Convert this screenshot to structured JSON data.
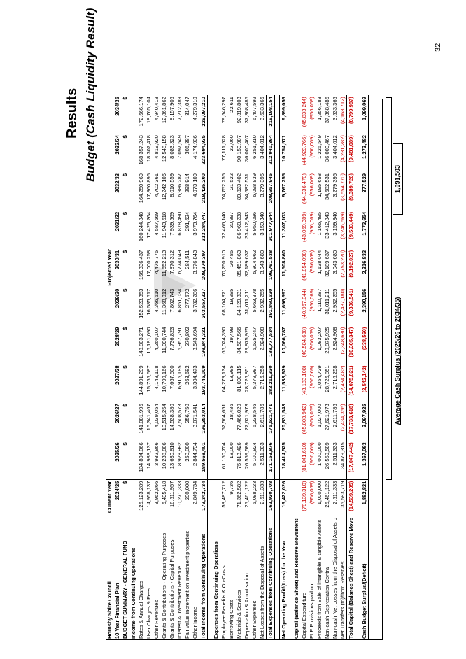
{
  "page": {
    "results_heading": "Results",
    "subheading": "Budget (Cash Liquidity Result)",
    "page_number": "32"
  },
  "table": {
    "header_rows": [
      [
        "Hornsby Shire Council",
        "Current Year",
        "",
        "",
        "",
        "",
        "Projected Years",
        "",
        "",
        "",
        ""
      ],
      [
        "10 Year Financial Plan",
        "2024/25",
        "2025/26",
        "2026/27",
        "2027/28",
        "2028/29",
        "2029/30",
        "2030/31",
        "2031/32",
        "2032/33",
        "2033/34",
        "2034/35"
      ],
      [
        "BUDGET SUMMARY - GENERAL FUND",
        "$",
        "$",
        "$",
        "$",
        "$",
        "$",
        "$",
        "$",
        "$",
        "$",
        "$"
      ]
    ],
    "sections": [
      {
        "title": "Income from Continuing Operations",
        "rows": [
          [
            "Rates & Annual Charges",
            "125,123,289",
            "134,804,066",
            "141,081,995",
            "144,891,209",
            "148,803,271",
            "152,523,353",
            "156,336,437",
            "160,244,848",
            "164,250,969",
            "168,357,243",
            "172,566,174"
          ],
          [
            "User Charges & Fees",
            "14,958,137",
            "14,938,137",
            "15,341,467",
            "15,755,687",
            "16,181,090",
            "16,585,617",
            "17,000,258",
            "17,425,264",
            "17,860,896",
            "18,307,418",
            "18,765,104"
          ],
          [
            "Other Revenues",
            "3,962,866",
            "3,932,866",
            "4,039,054",
            "4,148,108",
            "4,260,107",
            "4,366,610",
            "4,475,775",
            "4,587,669",
            "4,702,361",
            "4,819,920",
            "4,940,418"
          ],
          [
            "Grants & Contributions - Operating Purposes",
            "5,495,418",
            "10,238,806",
            "10,515,254",
            "10,799,166",
            "11,090,744",
            "11,368,012",
            "11,652,213",
            "11,943,518",
            "12,242,106",
            "12,548,158",
            "12,861,862"
          ],
          [
            "Grants & Contributions - Capital Purposes",
            "16,511,957",
            "13,630,810",
            "14,538,380",
            "7,667,500",
            "7,736,823",
            "7,802,743",
            "7,870,312",
            "7,939,569",
            "8,010,559",
            "8,083,323",
            "8,157,906"
          ],
          [
            "Interest & Investment Revenue",
            "10,271,333",
            "8,928,992",
            "7,508,573",
            "6,915,185",
            "6,957,791",
            "6,851,034",
            "6,774,049",
            "6,878,490",
            "6,986,287",
            "7,097,549",
            "7,212,389"
          ],
          [
            "Fair value increment on investment properties",
            "200,000",
            "250,000",
            "256,750",
            "263,682",
            "270,802",
            "277,572",
            "284,511",
            "291,624",
            "298,914",
            "306,387",
            "314,047"
          ],
          [
            "Other Income",
            "2,849,734",
            "2,844,734",
            "3,071,541",
            "3,304,473",
            "3,543,694",
            "3,782,286",
            "3,876,843",
            "3,973,764",
            "4,073,109",
            "4,174,936",
            "4,279,310"
          ]
        ],
        "total": [
          "Total Income from Continuing Operations",
          "179,342,734",
          "189,568,401",
          "196,353,014",
          "193,745,009",
          "198,844,321",
          "203,557,227",
          "208,270,397",
          "213,284,747",
          "218,425,200",
          "223,694,935",
          "229,097,210"
        ]
      },
      {
        "title": "Expenses from Continuing Operations",
        "rows": [
          [
            "Employee Benefits & On-Costs",
            "58,487,712",
            "61,150,704",
            "62,564,651",
            "64,279,134",
            "66,024,390",
            "68,104,371",
            "70,250,910",
            "72,466,140",
            "74,752,256",
            "77,111,528",
            "79,546,297"
          ],
          [
            "Borrowing Costs",
            "9,736",
            "18,000",
            "18,486",
            "18,985",
            "19,498",
            "19,985",
            "20,485",
            "20,997",
            "21,522",
            "22,060",
            "22,611"
          ],
          [
            "Materials & Services",
            "71,362,582",
            "75,813,426",
            "77,466,029",
            "81,090,115",
            "84,507,566",
            "84,129,331",
            "85,451,863",
            "86,968,238",
            "89,823,402",
            "90,150,987",
            "92,319,803"
          ],
          [
            "Depreciation & Amortisation",
            "25,461,122",
            "26,559,589",
            "27,621,973",
            "28,726,851",
            "29,875,925",
            "31,011,211",
            "32,189,637",
            "33,412,843",
            "34,682,531",
            "36,000,467",
            "37,368,485"
          ],
          [
            "Other Expenses",
            "5,088,223",
            "5,100,824",
            "5,238,546",
            "5,379,987",
            "5,525,247",
            "5,663,378",
            "5,804,962",
            "5,950,086",
            "6,098,839",
            "6,251,310",
            "6,407,592"
          ],
          [
            "Net Losses from the Disposal of Assets",
            "2,511,333",
            "2,511,333",
            "2,611,786",
            "2,716,258",
            "2,824,908",
            "2,932,255",
            "3,043,680",
            "3,159,340",
            "3,279,395",
            "3,404,012",
            "3,533,365"
          ]
        ],
        "total": [
          "Total Expenses from Continuing Operations",
          "162,920,708",
          "171,153,876",
          "175,521,471",
          "182,211,330",
          "188,777,534",
          "191,860,530",
          "196,761,538",
          "201,977,644",
          "208,657,945",
          "212,940,364",
          "219,198,154"
        ]
      }
    ],
    "net_operating": [
      "Net Operating Profit/(Loss) for the Year",
      "16,422,026",
      "18,414,525",
      "20,831,543",
      "11,533,679",
      "10,066,787",
      "11,696,697",
      "11,508,860",
      "11,307,103",
      "9,767,255",
      "10,754,571",
      "9,899,056"
    ],
    "capital": {
      "title": "Capital (Balance Sheet) and Reserve Movements",
      "rows": [
        [
          "Capital Expenditure",
          "(78,139,310)",
          "(81,041,610)",
          "(45,803,942)",
          "(43,183,108)",
          "(40,584,688)",
          "(40,967,044)",
          "(41,854,098)",
          "(43,069,389)",
          "(44,036,470)",
          "(44,923,766)",
          "(45,833,244)"
        ],
        [
          "ELE Provisions paid out",
          "(956,069)",
          "(956,069)",
          "(956,069)",
          "(956,069)",
          "(956,069)",
          "(956,069)",
          "(956,069)",
          "(956,069)",
          "(956,069)",
          "(956,069)",
          "(956,069)"
        ],
        [
          "Proceeds from Sale of intangible & tangible Assets",
          "1,000,000",
          "1,000,000",
          "1,027,000",
          "1,054,729",
          "1,083,207",
          "1,110,287",
          "1,138,044",
          "1,166,495",
          "1,195,658",
          "1,225,549",
          "1,256,188"
        ],
        [
          "Non-cash Depreciation Contra",
          "25,461,122",
          "26,559,589",
          "27,621,973",
          "28,726,851",
          "29,875,925",
          "31,011,211",
          "32,189,637",
          "33,412,843",
          "34,682,531",
          "36,000,467",
          "37,368,485"
        ],
        [
          "Non-cash Net Losses from the Disposal of Assets contra",
          "2,511,333",
          "2,511,333",
          "2,611,786",
          "2,716,258",
          "2,824,908",
          "2,932,255",
          "3,043,680",
          "3,159,340",
          "3,279,395",
          "3,404,012",
          "3,533,365"
        ],
        [
          "Net Transfers (to)/from Reserves",
          "35,583,719",
          "34,879,315",
          "(2,434,366)",
          "(2,434,482)",
          "(2,348,630)",
          "(2,437,180)",
          "(2,753,220)",
          "(3,246,669)",
          "(3,554,770)",
          "(4,231,282)",
          "(4,168,712)"
        ]
      ],
      "total": [
        "Total Capital (Balance Sheet) and Reserve Movements",
        "(14,539,205)",
        "(17,047,442)",
        "(17,733,618)",
        "(14,075,821)",
        "(10,305,347)",
        "(9,306,541)",
        "(9,192,027)",
        "(9,533,449)",
        "(9,389,726)",
        "(9,481,089)",
        "(8,799,987)"
      ]
    },
    "cash_result": [
      "Cash Budget Surplus/(Deficit)",
      "1,882,821",
      "1,367,083",
      "3,097,925",
      "(2,542,142)",
      "(238,560)",
      "2,390,156",
      "2,316,833",
      "1,773,654",
      "377,529",
      "1,273,482",
      "1,099,069"
    ],
    "average": {
      "label": "Average Cash Surplus (2025/26 to 2034/35)",
      "value": "1,091,503"
    }
  }
}
